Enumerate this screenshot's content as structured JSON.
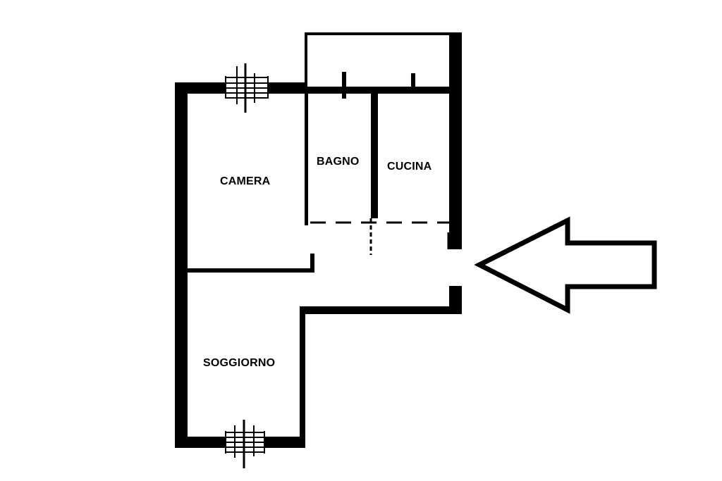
{
  "rooms": {
    "camera": "CAMERA",
    "bagno": "BAGNO",
    "cucina": "CUCINA",
    "soggiorno": "SOGGIORNO"
  },
  "colors": {
    "wall": "#000000",
    "background": "#ffffff"
  },
  "icons": {
    "entrance": "entrance-arrow-icon",
    "window": "window-symbol-icon"
  }
}
